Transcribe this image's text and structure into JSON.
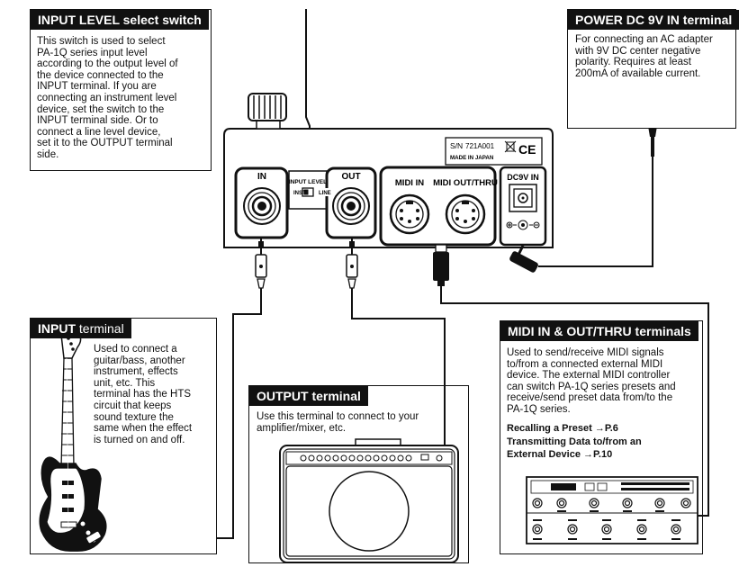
{
  "input_level": {
    "title": "INPUT LEVEL select switch",
    "lines": [
      "This switch is used to select",
      "PA-1Q series input level",
      "according to the output level of",
      "the device connected to the",
      "INPUT terminal. If you are",
      "connecting an instrument level",
      "device, set the switch to the",
      "INPUT terminal side. Or to",
      "connect a line level device,",
      "set it to the OUTPUT terminal",
      "side."
    ]
  },
  "power": {
    "title": "POWER DC 9V IN terminal",
    "lines": [
      "For connecting an AC adapter",
      "with 9V DC center negative",
      "polarity. Requires at least",
      "200mA of available current."
    ]
  },
  "input_terminal": {
    "title_bold": "INPUT",
    "title_light": " terminal",
    "lines": [
      "Used to connect a",
      "guitar/bass, another",
      "instrument, effects",
      "unit, etc. This",
      "terminal has the HTS",
      "circuit that keeps",
      "sound texture the",
      "same when the effect",
      "is turned on and off."
    ]
  },
  "output_terminal": {
    "title": "OUTPUT terminal",
    "lines": [
      "Use this terminal to connect to your",
      "amplifier/mixer, etc."
    ]
  },
  "midi": {
    "title": "MIDI IN & OUT/THRU terminals",
    "lines": [
      "Used to send/receive MIDI signals",
      "to/from a connected external MIDI",
      "device. The external MIDI controller",
      "can switch PA-1Q series presets and",
      "receive/send preset data from/to the",
      "PA-1Q series."
    ],
    "refs": [
      "Recalling a Preset →P.6",
      "Transmitting Data to/from an",
      "External Device →P.10"
    ]
  },
  "device": {
    "in_label": "IN",
    "out_label": "OUT",
    "input_level_label": "INPUT LEVEL",
    "inst_label": "INST",
    "line_label": "LINE",
    "midi_in_label": "MIDI IN",
    "midi_out_label": "MIDI OUT/THRU",
    "dc_label": "DC9V IN",
    "sn_label": "S/N",
    "sn_value": "721A001",
    "made_in": "MADE IN JAPAN",
    "ce_mark": "CE"
  }
}
